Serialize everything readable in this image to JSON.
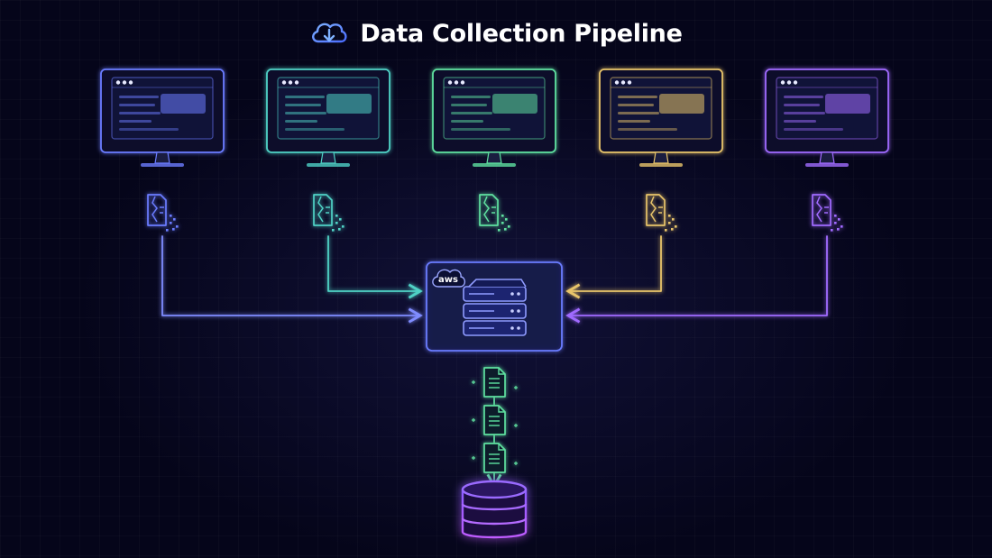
{
  "title": {
    "text": "Data Collection Pipeline",
    "icon": "cloud-download-icon"
  },
  "sources": [
    {
      "id": "source-1",
      "color": "#6b7cff",
      "icon": "monitor-icon"
    },
    {
      "id": "source-2",
      "color": "#4fd1c5",
      "icon": "monitor-icon"
    },
    {
      "id": "source-3",
      "color": "#5ee0a0",
      "icon": "monitor-icon"
    },
    {
      "id": "source-4",
      "color": "#e8c46a",
      "icon": "monitor-icon"
    },
    {
      "id": "source-5",
      "color": "#a06bff",
      "icon": "monitor-icon"
    }
  ],
  "server": {
    "badge": "aws",
    "icon": "server-rack-icon",
    "border_color": "#6b7cff"
  },
  "output_documents": {
    "count": 3,
    "color": "#5ee0a0",
    "icon": "document-icon"
  },
  "database": {
    "icon": "database-icon",
    "color": "#b06bff"
  }
}
